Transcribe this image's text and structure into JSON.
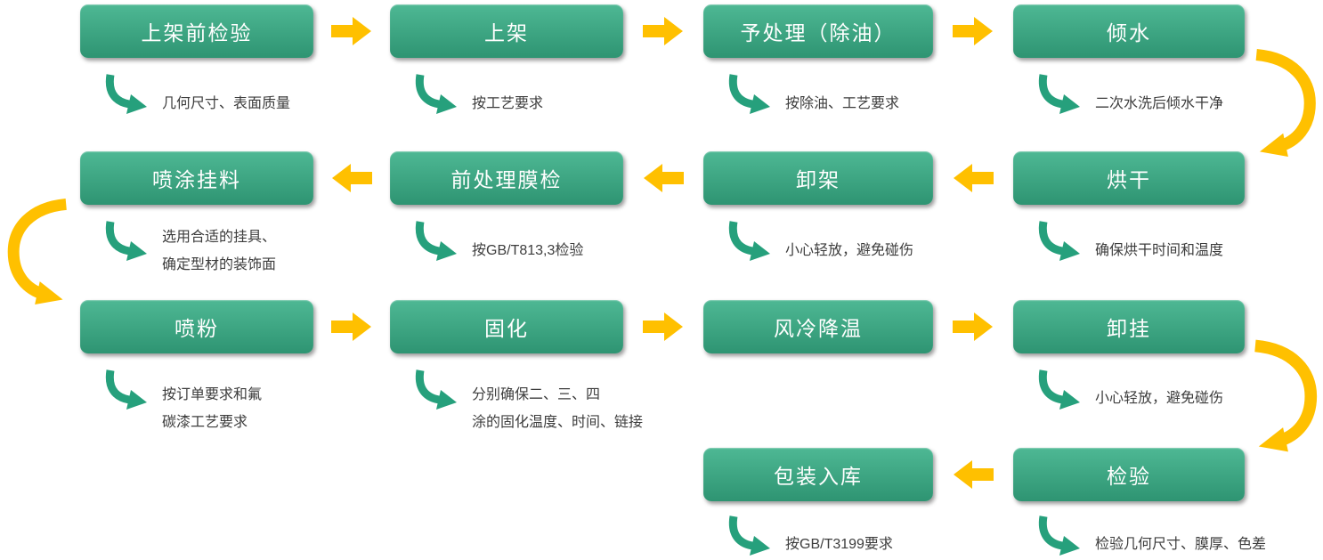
{
  "colors": {
    "box_top": "#4eb894",
    "box_bottom": "#2e9472",
    "arrow_yellow": "#ffc000",
    "swoosh_green": "#26a07c",
    "note_color": "#3d3d3d"
  },
  "nodes": [
    {
      "id": "pre-rack-inspection",
      "label": "上架前检验",
      "note_lines": [
        "几何尺寸、表面质量"
      ]
    },
    {
      "id": "racking",
      "label": "上架",
      "note_lines": [
        "按工艺要求"
      ]
    },
    {
      "id": "pretreatment-degreasing",
      "label": "予处理（除油）",
      "note_lines": [
        "按除油、工艺要求"
      ]
    },
    {
      "id": "water-pouring",
      "label": "倾水",
      "note_lines": [
        "二次水洗后倾水干净"
      ]
    },
    {
      "id": "drying",
      "label": "烘干",
      "note_lines": [
        "确保烘干时间和温度"
      ]
    },
    {
      "id": "unracking",
      "label": "卸架",
      "note_lines": [
        "小心轻放，避免碰伤"
      ]
    },
    {
      "id": "pretreatment-film-check",
      "label": "前处理膜检",
      "note_lines": [
        "按GB/T813,3检验"
      ]
    },
    {
      "id": "spray-hanging",
      "label": "喷涂挂料",
      "note_lines": [
        "选用合适的挂具、",
        "确定型材的装饰面"
      ]
    },
    {
      "id": "powder-spraying",
      "label": "喷粉",
      "note_lines": [
        "按订单要求和氟",
        "碳漆工艺要求"
      ]
    },
    {
      "id": "curing",
      "label": "固化",
      "note_lines": [
        "分别确保二、三、四",
        "涂的固化温度、时间、链接"
      ]
    },
    {
      "id": "air-cooling",
      "label": "风冷降温",
      "note_lines": []
    },
    {
      "id": "unhanging",
      "label": "卸挂",
      "note_lines": [
        "小心轻放，避免碰伤"
      ]
    },
    {
      "id": "inspection",
      "label": "检验",
      "note_lines": [
        "检验几何尺寸、膜厚、色差"
      ]
    },
    {
      "id": "packing-warehousing",
      "label": "包装入库",
      "note_lines": [
        "按GB/T3199要求"
      ]
    }
  ],
  "flow": [
    {
      "from": "上架前检验",
      "to": "上架"
    },
    {
      "from": "上架",
      "to": "予处理（除油）"
    },
    {
      "from": "予处理（除油）",
      "to": "倾水"
    },
    {
      "from": "倾水",
      "to": "烘干"
    },
    {
      "from": "烘干",
      "to": "卸架"
    },
    {
      "from": "卸架",
      "to": "前处理膜检"
    },
    {
      "from": "前处理膜检",
      "to": "喷涂挂料"
    },
    {
      "from": "喷涂挂料",
      "to": "喷粉"
    },
    {
      "from": "喷粉",
      "to": "固化"
    },
    {
      "from": "固化",
      "to": "风冷降温"
    },
    {
      "from": "风冷降温",
      "to": "卸挂"
    },
    {
      "from": "卸挂",
      "to": "检验"
    },
    {
      "from": "检验",
      "to": "包装入库"
    }
  ]
}
